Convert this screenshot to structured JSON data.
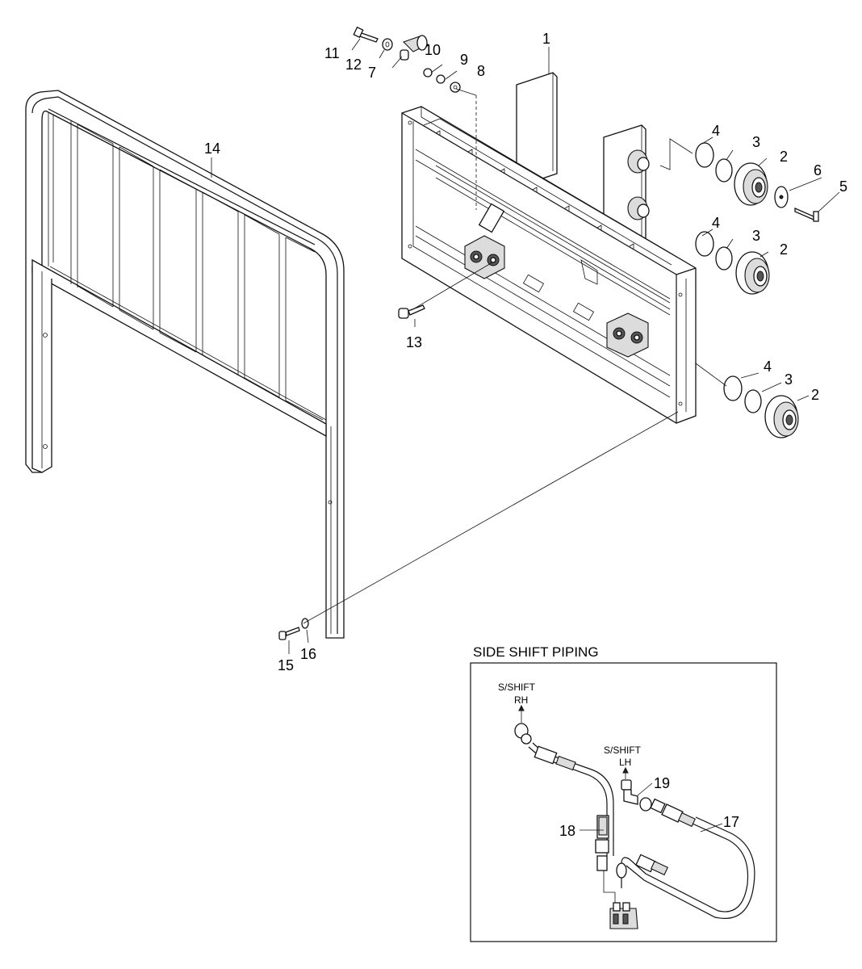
{
  "callouts": {
    "c1": "1",
    "c2a": "2",
    "c2b": "2",
    "c2c": "2",
    "c3a": "3",
    "c3b": "3",
    "c3c": "3",
    "c4a": "4",
    "c4b": "4",
    "c4c": "4",
    "c5": "5",
    "c6": "6",
    "c7": "7",
    "c8": "8",
    "c9": "9",
    "c10": "10",
    "c11": "11",
    "c12": "12",
    "c13": "13",
    "c14": "14",
    "c15": "15",
    "c16": "16",
    "c17": "17",
    "c18": "18",
    "c19": "19"
  },
  "inset": {
    "title": "SIDE SHIFT PIPING",
    "rh_line1": "S/SHIFT",
    "rh_line2": "RH",
    "lh_line1": "S/SHIFT",
    "lh_line2": "LH"
  }
}
